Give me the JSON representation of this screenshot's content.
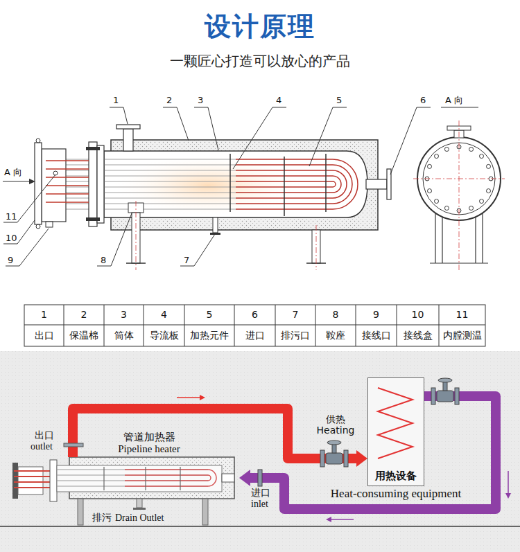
{
  "diagram": {
    "title": "设计原理",
    "nodes": [
      {
        "text": [
          "管道加热器",
          "Pipeline heater"
        ]
      },
      {
        "text": [
          "用热设备",
          "Heat-consuming equipment"
        ]
      }
    ],
    "edges": [
      {
        "from": 0,
        "to": 1,
        "arrow": "to",
        "label": "供热 Heating"
      },
      {
        "from": 1,
        "to": 0,
        "arrow": "to"
      }
    ],
    "labels": [
      "一颗匠心打造可以放心的产品",
      "1",
      "2",
      "3",
      "4",
      "5",
      "6",
      "A 向",
      "A 向",
      "11",
      "10",
      "9",
      "8",
      "7",
      "1",
      "2",
      "3",
      "4",
      "5",
      "6",
      "7",
      "8",
      "9",
      "10",
      "11",
      "出口",
      "保温棉",
      "筒体",
      "导流板",
      "加热元件",
      "进口",
      "排污口",
      "鞍座",
      "接线口",
      "接线盒",
      "内膛测温",
      "出口",
      "outlet",
      "进口",
      "inlet",
      "排污",
      "Drain Outlet"
    ]
  }
}
